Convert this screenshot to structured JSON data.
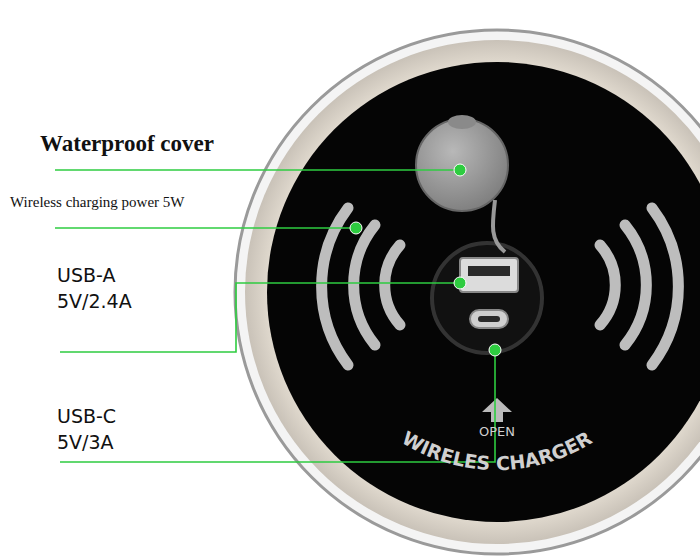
{
  "diagram": {
    "labels": [
      "Waterproof cover",
      "Wireless charging power 5W",
      "USB-A 5V/2.4A",
      "USB-C 5V/3A",
      "OPEN",
      "WIRELES CHARGER"
    ]
  }
}
